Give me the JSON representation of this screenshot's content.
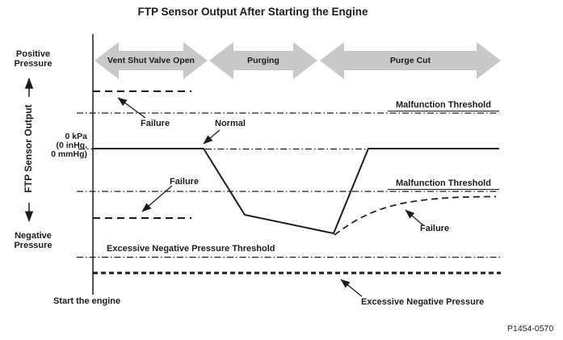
{
  "title": "FTP Sensor Output After Starting the Engine",
  "y_axis": {
    "label": "FTP Sensor Output",
    "positive": "Positive\nPressure",
    "negative": "Negative\nPressure",
    "zero": "0 kPa\n(0 inHg,\n0 mmHg)"
  },
  "timeline": {
    "start": "Start the engine",
    "phases": [
      {
        "label": "Vent Shut Valve Open"
      },
      {
        "label": "Purging"
      },
      {
        "label": "Purge Cut"
      }
    ]
  },
  "thresholds": {
    "malfunction_upper": "Malfunction Threshold",
    "malfunction_lower": "Malfunction Threshold",
    "excessive_negative": "Excessive Negative Pressure Threshold"
  },
  "annotations": {
    "failure_positive": "Failure",
    "normal": "Normal",
    "failure_negative": "Failure",
    "failure_recovery": "Failure",
    "excessive_negative_pressure": "Excessive Negative Pressure"
  },
  "figure_code": "P1454-0570",
  "colors": {
    "ink": "#1c1c1c",
    "phase_arrow_fill": "#c8c8c8"
  }
}
